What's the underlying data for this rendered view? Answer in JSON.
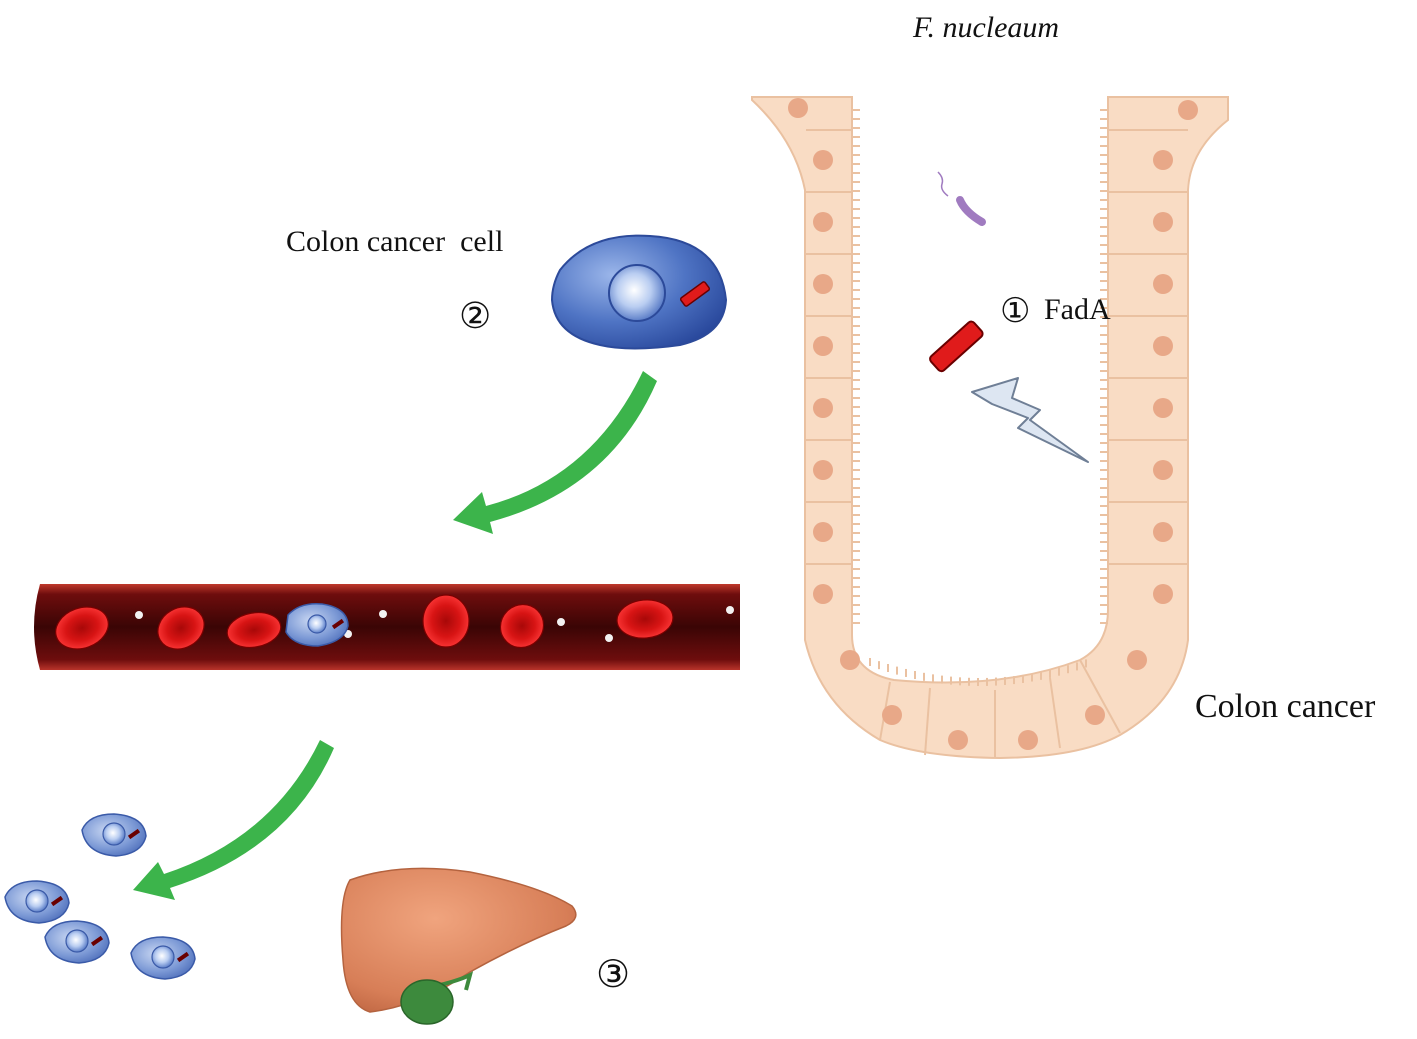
{
  "labels": {
    "bacterium": "F. nucleaum",
    "colon_cancer_cell": "Colon cancer  cell",
    "step_2": "②",
    "step_1": "①",
    "fada": "FadA",
    "colon_cancer": "Colon cancer",
    "step_3": "③"
  },
  "colors": {
    "epithelium_fill": "#f9dcc4",
    "epithelium_outline": "#eac1a1",
    "nucleus": "#e8a888",
    "cancer_cell": "#4a6fc0",
    "cancer_cell_pale": "#7a9ad8",
    "fada_red": "#e01b1b",
    "arrow_green": "#3cb44b",
    "vessel": "#5a0a0a",
    "red_blood_cell": "#e01515",
    "liver": "#d9845e",
    "gallbladder": "#3d8a3d",
    "bacterium": "#a07bc0",
    "lightning": "#dde6f2"
  },
  "icons": [
    "bacterium-icon",
    "fada-toxin-icon",
    "lightning-bolt-icon",
    "arrow-icon",
    "liver-icon",
    "gallbladder-icon",
    "cancer-cell-icon",
    "red-blood-cell-icon"
  ]
}
